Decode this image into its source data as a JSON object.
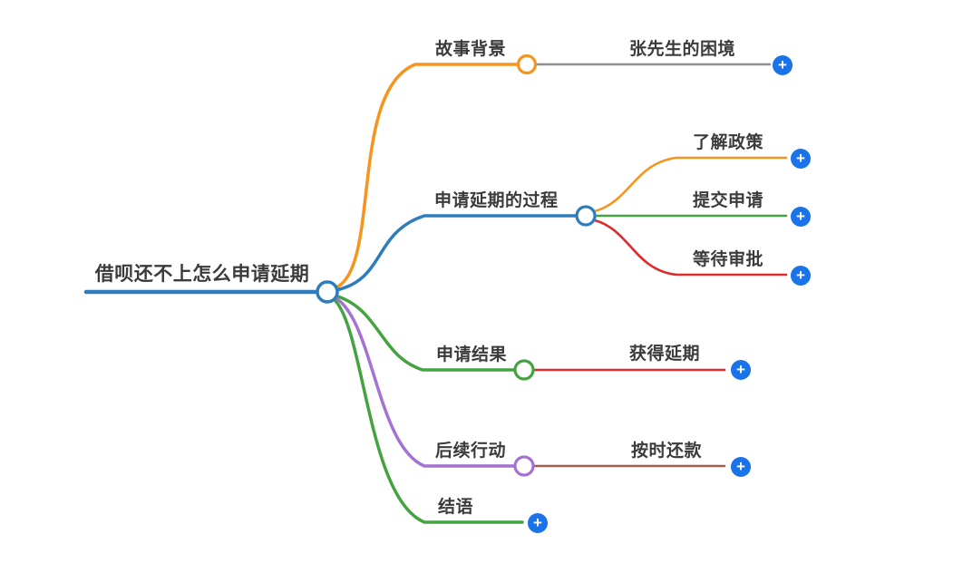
{
  "colors": {
    "blue": "#2d7dbd",
    "orange": "#f7941e",
    "green": "#44a340",
    "red": "#dd2c2c",
    "purple": "#a472d2",
    "brown": "#a35c50",
    "gray": "#8f8f8f",
    "plus_button": "#1a73e8",
    "text": "#3b3b3b"
  },
  "mindmap": {
    "root": {
      "label": "借呗还不上怎么申请延期"
    },
    "branches": [
      {
        "label": "故事背景",
        "children": [
          {
            "label": "张先生的困境"
          }
        ]
      },
      {
        "label": "申请延期的过程",
        "children": [
          {
            "label": "了解政策"
          },
          {
            "label": "提交申请"
          },
          {
            "label": "等待审批"
          }
        ]
      },
      {
        "label": "申请结果",
        "children": [
          {
            "label": "获得延期"
          }
        ]
      },
      {
        "label": "后续行动",
        "children": [
          {
            "label": "按时还款"
          }
        ]
      },
      {
        "label": "结语",
        "children": []
      }
    ],
    "add_button_symbol": "+"
  }
}
